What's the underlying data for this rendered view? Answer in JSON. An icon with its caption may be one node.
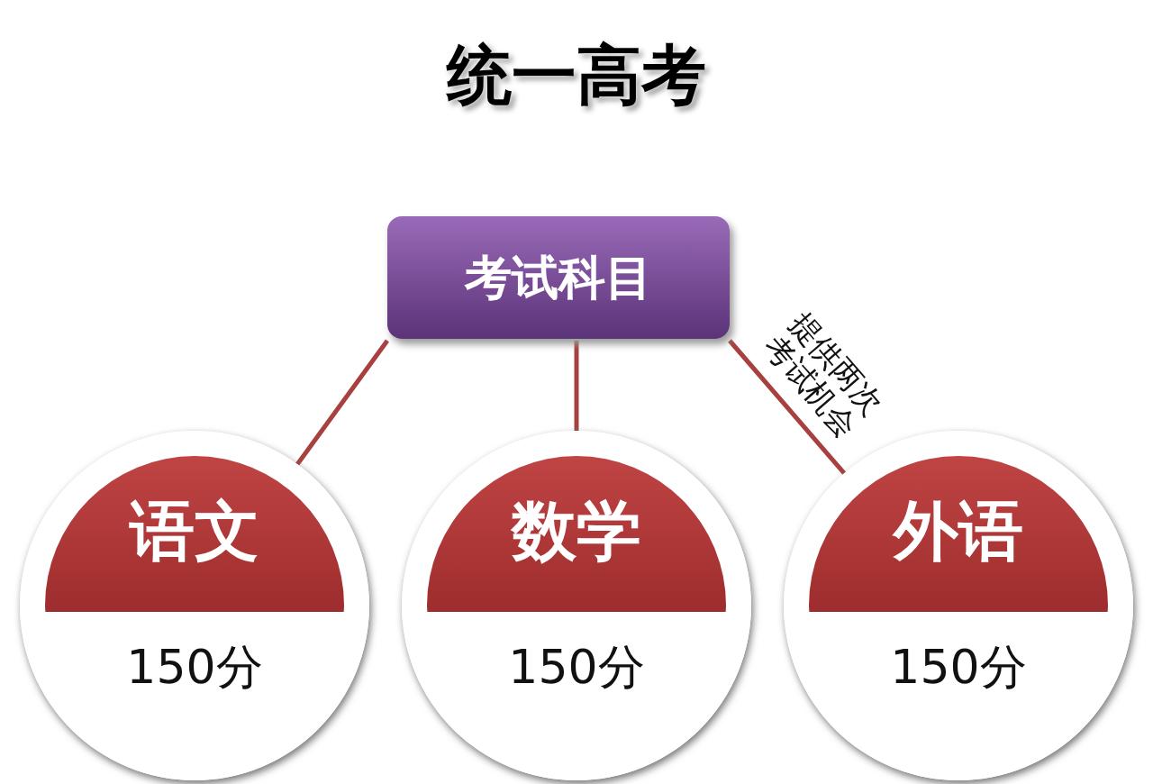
{
  "diagram": {
    "title": "统一高考",
    "nodes": [
      {
        "text": [
          "考试科目"
        ]
      },
      {
        "text": [
          "语文",
          "150分"
        ]
      },
      {
        "text": [
          "数学",
          "150分"
        ]
      },
      {
        "text": [
          "外语",
          "150分"
        ]
      }
    ],
    "edges": [
      {
        "from": 0,
        "to": 1,
        "arrow": "none"
      },
      {
        "from": 0,
        "to": 2,
        "arrow": "none"
      },
      {
        "from": 0,
        "to": 3,
        "arrow": "none",
        "label": "提供两次考试机会"
      }
    ]
  }
}
